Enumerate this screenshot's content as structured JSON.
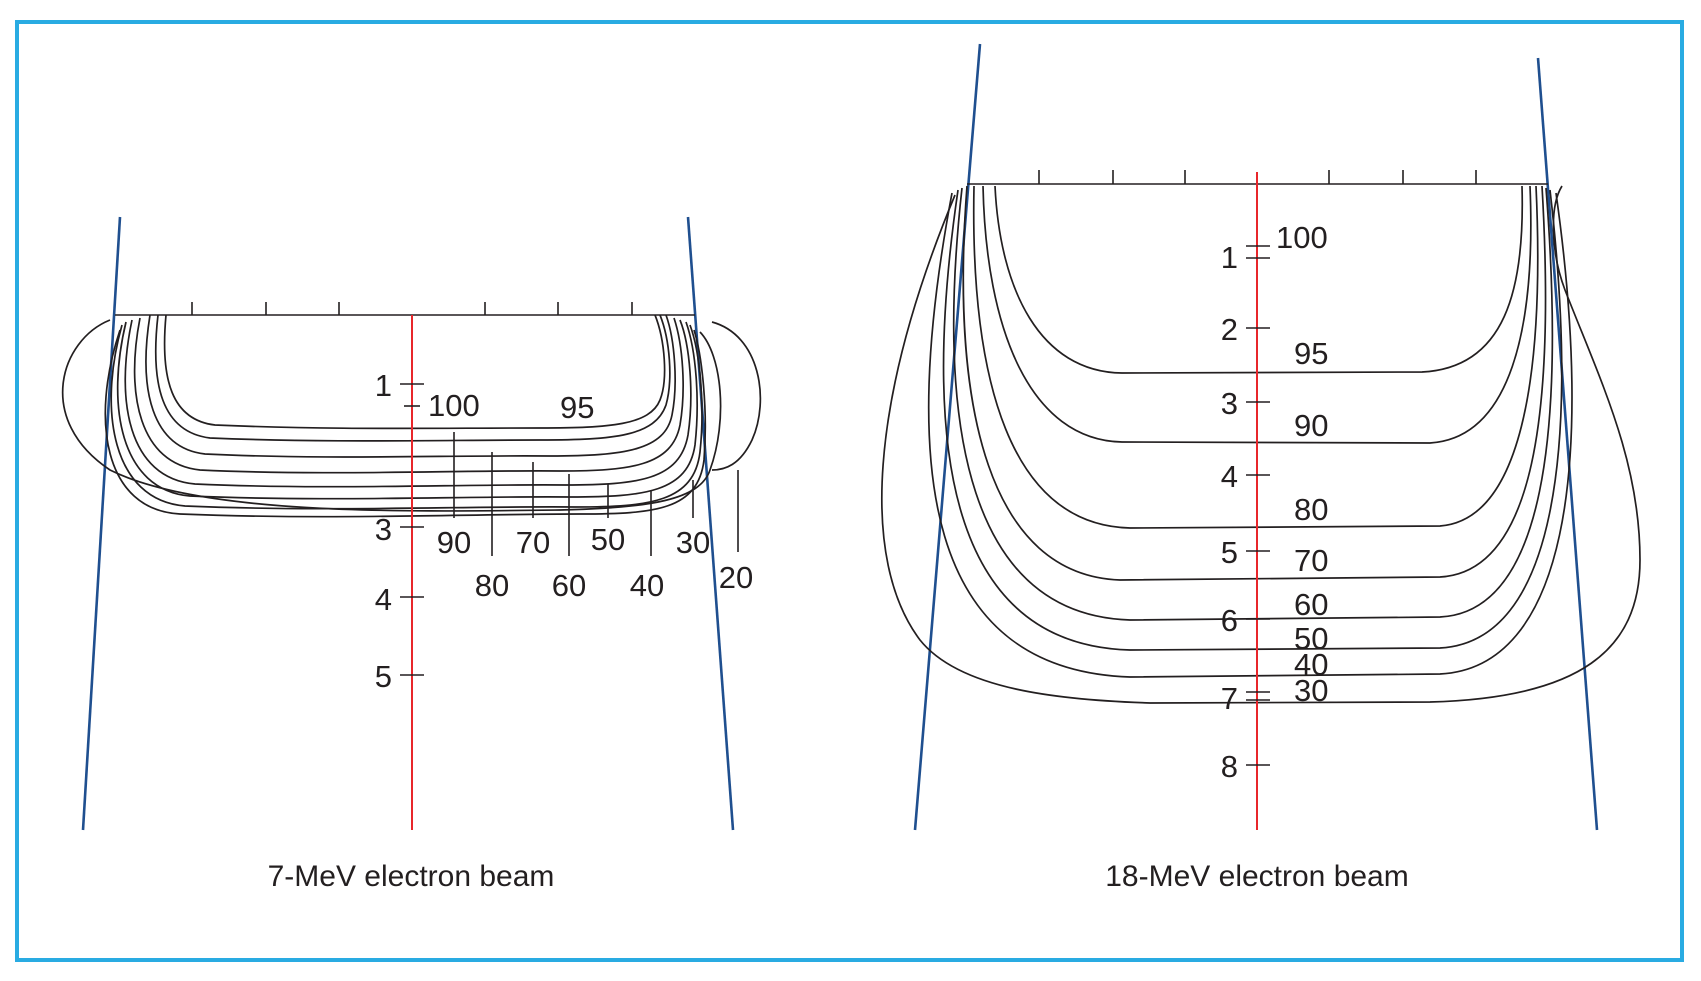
{
  "colors": {
    "frame": "#29abe2",
    "central_axis": "#e8262b",
    "beam_edge": "#1f4f8f",
    "isodose_line": "#231f20"
  },
  "panels": [
    {
      "caption": "7-MeV electron beam",
      "depth_labels": [
        "1",
        "3",
        "4",
        "5"
      ],
      "isodose_labels": [
        "100",
        "95",
        "90",
        "80",
        "70",
        "60",
        "50",
        "40",
        "30",
        "20"
      ]
    },
    {
      "caption": "18-MeV electron beam",
      "depth_labels": [
        "1",
        "2",
        "3",
        "4",
        "5",
        "6",
        "7",
        "8"
      ],
      "isodose_labels": [
        "100",
        "95",
        "90",
        "80",
        "70",
        "60",
        "50",
        "40",
        "30"
      ]
    }
  ]
}
